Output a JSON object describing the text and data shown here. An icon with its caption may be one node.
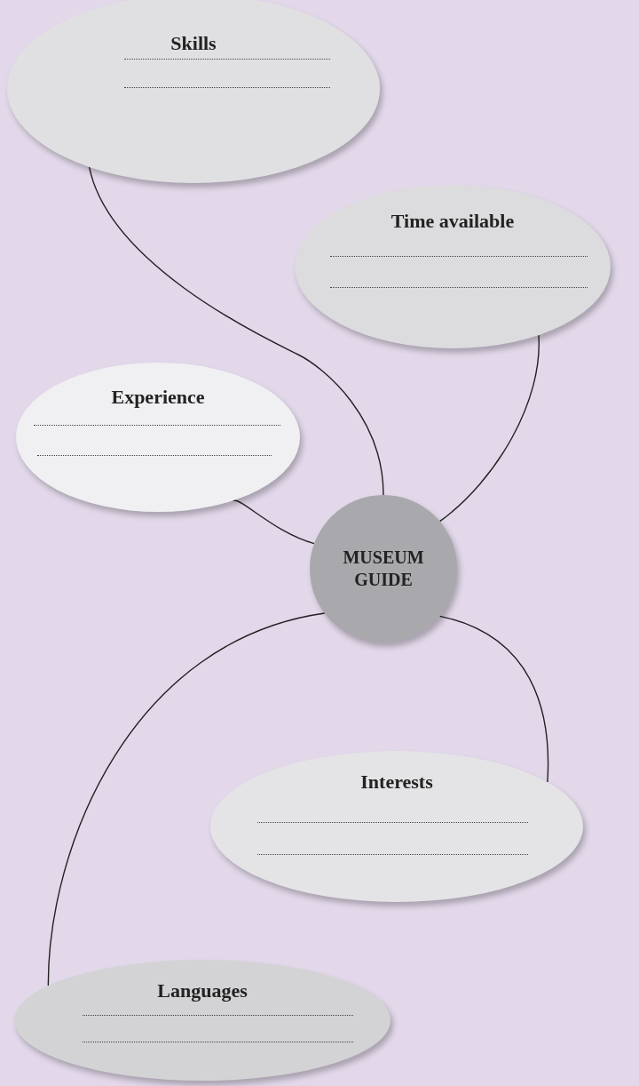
{
  "diagram": {
    "nodes": [
      {
        "text": [
          "Skills"
        ]
      },
      {
        "text": [
          "Time available"
        ]
      },
      {
        "text": [
          "Experience"
        ]
      },
      {
        "text": [
          "MUSEUM GUIDE"
        ]
      },
      {
        "text": [
          "Interests"
        ]
      },
      {
        "text": [
          "Languages"
        ]
      }
    ],
    "edges": [
      {
        "from": 3,
        "to": 0,
        "arrow": "none"
      },
      {
        "from": 3,
        "to": 1,
        "arrow": "none"
      },
      {
        "from": 3,
        "to": 2,
        "arrow": "none"
      },
      {
        "from": 3,
        "to": 5,
        "arrow": "none"
      },
      {
        "from": 3,
        "to": 4,
        "arrow": "none"
      }
    ]
  }
}
